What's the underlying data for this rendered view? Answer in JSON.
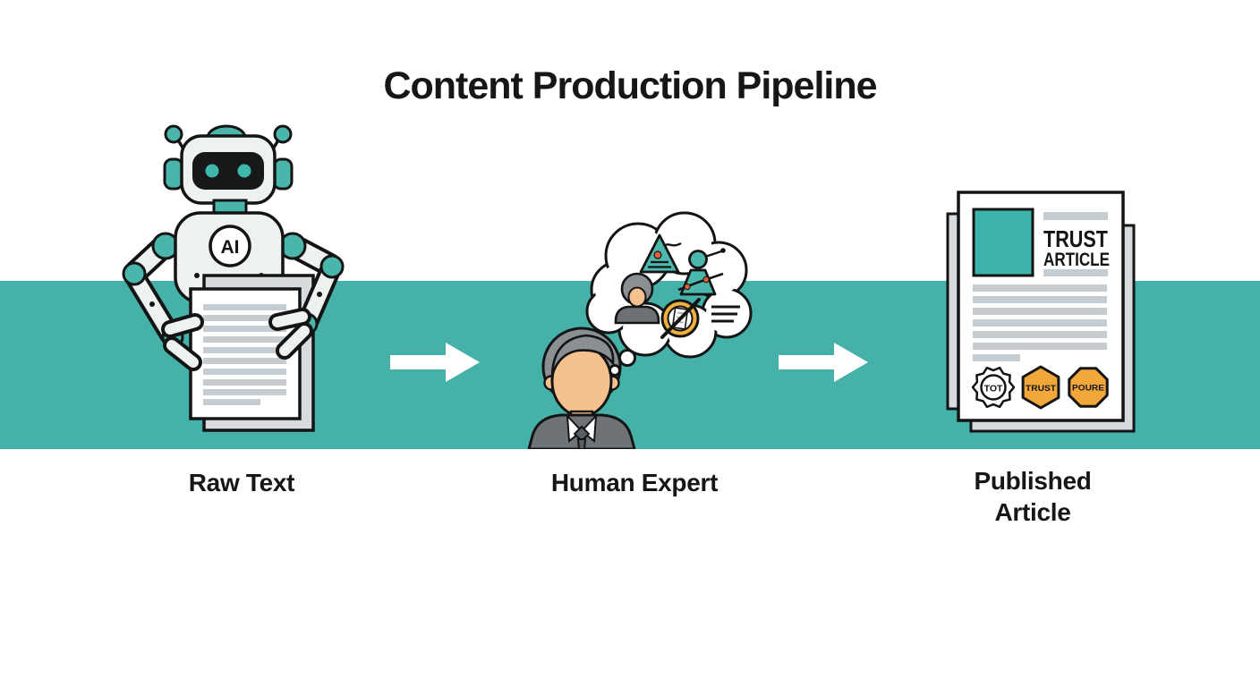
{
  "title": "Content Production Pipeline",
  "stages": [
    {
      "id": "raw-text",
      "label": "Raw Text",
      "illustration": "ai-robot-holding-document"
    },
    {
      "id": "human-expert",
      "label": "Human Expert",
      "illustration": "man-with-thought-bubble"
    },
    {
      "id": "published-article",
      "label": "Published Article",
      "illustration": "article-with-badges"
    }
  ],
  "robot": {
    "chest_badge": "AI"
  },
  "thought_bubble": {
    "icons": [
      "pyramid-chart-icon",
      "person-trend-icon",
      "woman-avatar-icon",
      "crossed-document-icon"
    ]
  },
  "article": {
    "heading_line1": "TRUST",
    "heading_line2": "ARTICLE",
    "badges": [
      {
        "shape": "rosette-seal",
        "label": "TOT",
        "color": "#ffffff"
      },
      {
        "shape": "hexagon",
        "label": "TRUST",
        "color": "#f2a73b"
      },
      {
        "shape": "octagon",
        "label": "POURE",
        "color": "#f2a73b"
      }
    ]
  },
  "arrows": {
    "count": 2,
    "direction": "right",
    "color": "#ffffff"
  },
  "colors": {
    "band_teal": "#45b1a8",
    "robot_teal": "#4ab6ab",
    "badge_orange": "#f2a73b",
    "ink": "#161617"
  }
}
